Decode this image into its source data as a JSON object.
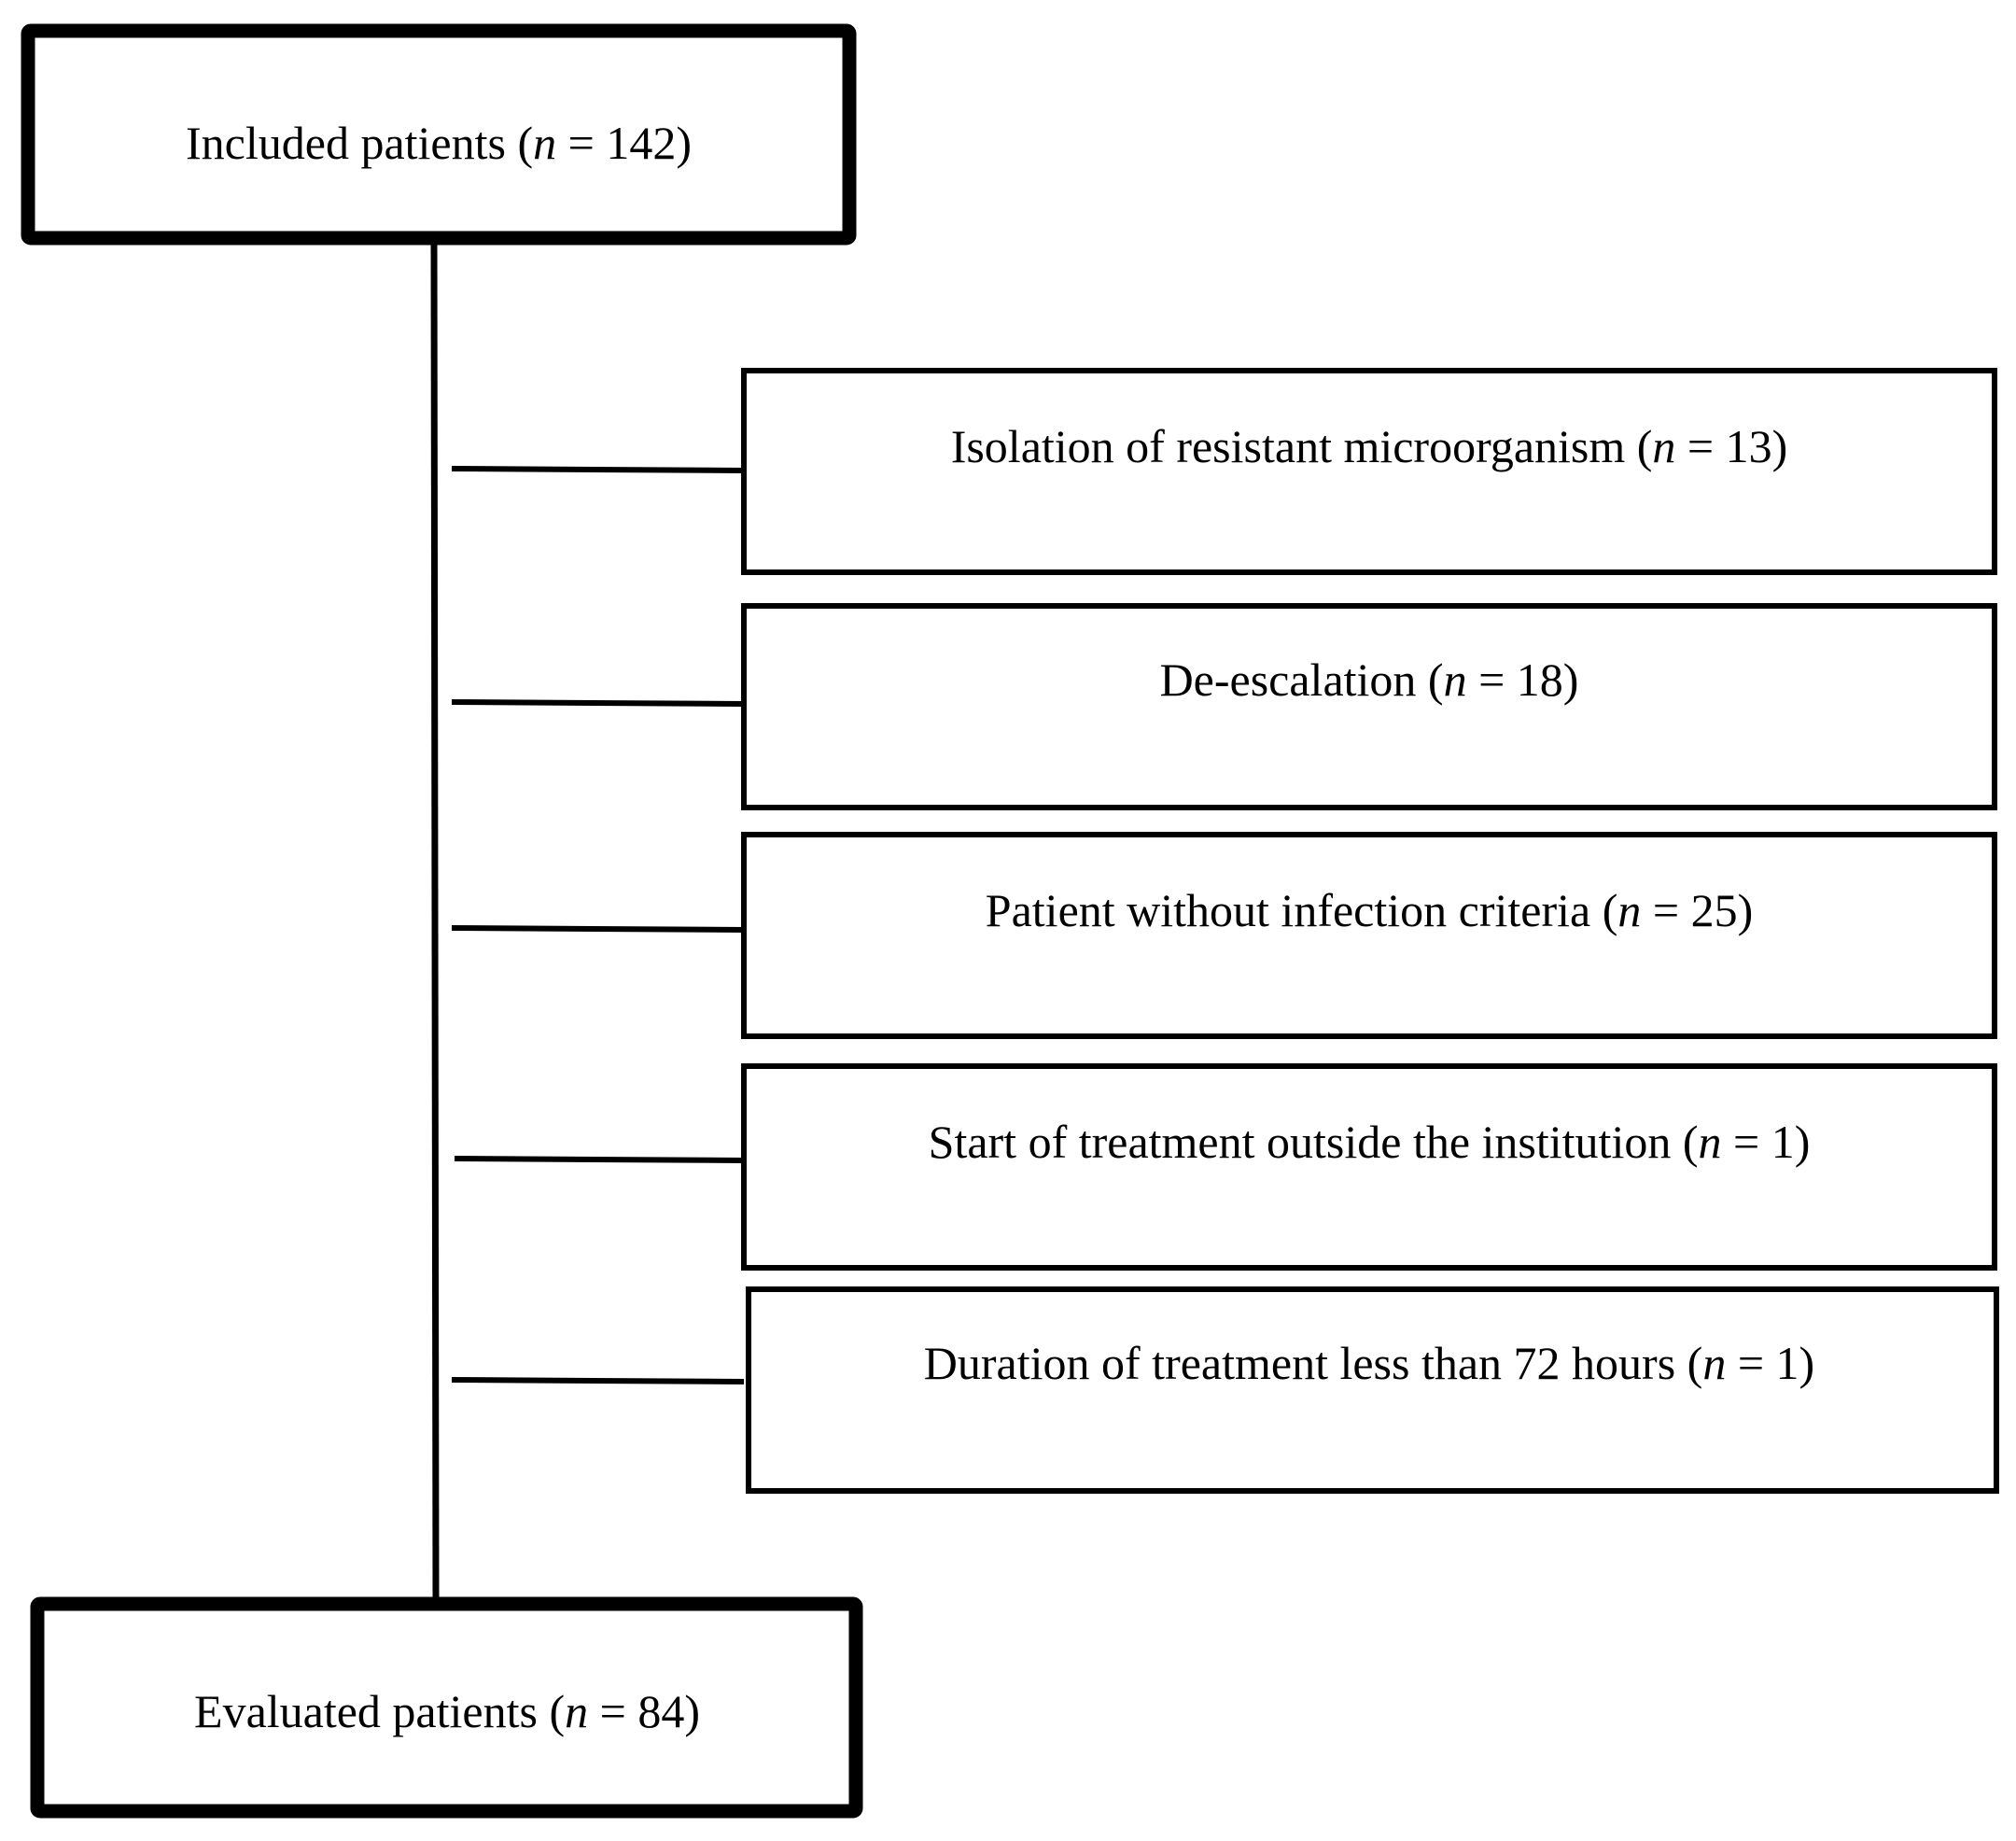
{
  "diagram": {
    "top_box": {
      "label": "Included patients",
      "n_var": "n",
      "n_value": "142"
    },
    "exclusions": [
      {
        "label": "Isolation of resistant microorganism",
        "n_var": "n",
        "n_value": "13"
      },
      {
        "label": "De-escalation",
        "n_var": "n",
        "n_value": "18"
      },
      {
        "label": "Patient without infection criteria",
        "n_var": "n",
        "n_value": "25"
      },
      {
        "label": "Start of treatment outside the institution",
        "n_var": "n",
        "n_value": "1"
      },
      {
        "label": "Duration of treatment less than 72 hours",
        "n_var": "n",
        "n_value": "1"
      }
    ],
    "bottom_box": {
      "label": "Evaluated patients",
      "n_var": "n",
      "n_value": "84"
    },
    "colors": {
      "stroke": "#000000",
      "fill": "#ffffff"
    }
  }
}
